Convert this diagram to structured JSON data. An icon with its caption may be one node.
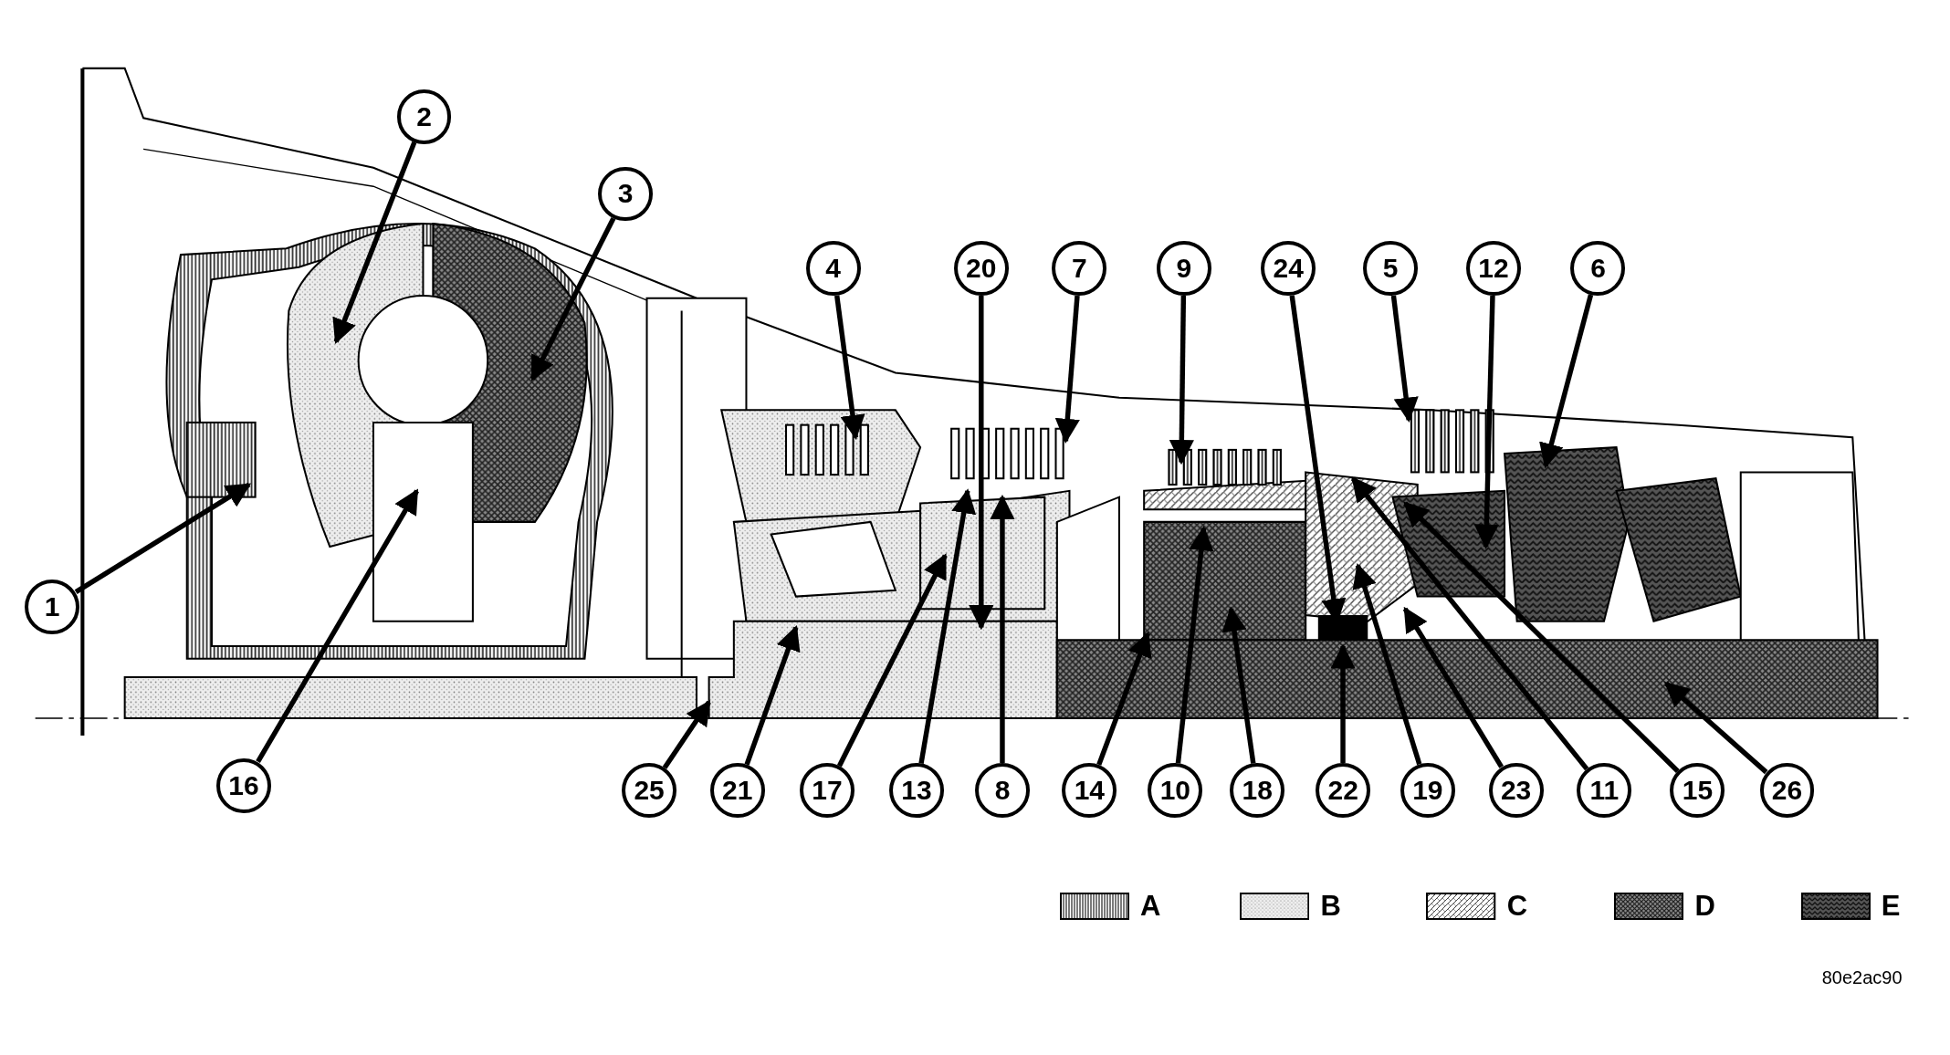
{
  "diagram": {
    "nodes": [
      {
        "text": [
          "2"
        ]
      },
      {
        "text": [
          "3"
        ]
      },
      {
        "text": [
          "4"
        ]
      },
      {
        "text": [
          "20"
        ]
      },
      {
        "text": [
          "7"
        ]
      },
      {
        "text": [
          "9"
        ]
      },
      {
        "text": [
          "24"
        ]
      },
      {
        "text": [
          "5"
        ]
      },
      {
        "text": [
          "12"
        ]
      },
      {
        "text": [
          "6"
        ]
      },
      {
        "text": [
          "1"
        ]
      },
      {
        "text": [
          "16"
        ]
      },
      {
        "text": [
          "25"
        ]
      },
      {
        "text": [
          "21"
        ]
      },
      {
        "text": [
          "17"
        ]
      },
      {
        "text": [
          "13"
        ]
      },
      {
        "text": [
          "8"
        ]
      },
      {
        "text": [
          "14"
        ]
      },
      {
        "text": [
          "10"
        ]
      },
      {
        "text": [
          "18"
        ]
      },
      {
        "text": [
          "22"
        ]
      },
      {
        "text": [
          "19"
        ]
      },
      {
        "text": [
          "23"
        ]
      },
      {
        "text": [
          "11"
        ]
      },
      {
        "text": [
          "15"
        ]
      },
      {
        "text": [
          "26"
        ]
      }
    ],
    "edges": [
      {
        "from": 0,
        "to": null,
        "arrow": "to"
      },
      {
        "from": 1,
        "to": null,
        "arrow": "to"
      },
      {
        "from": 2,
        "to": null,
        "arrow": "to"
      },
      {
        "from": 3,
        "to": null,
        "arrow": "to"
      },
      {
        "from": 4,
        "to": null,
        "arrow": "to"
      },
      {
        "from": 5,
        "to": null,
        "arrow": "to"
      },
      {
        "from": 6,
        "to": null,
        "arrow": "to"
      },
      {
        "from": 7,
        "to": null,
        "arrow": "to"
      },
      {
        "from": 8,
        "to": null,
        "arrow": "to"
      },
      {
        "from": 9,
        "to": null,
        "arrow": "to"
      },
      {
        "from": 10,
        "to": null,
        "arrow": "to"
      },
      {
        "from": 11,
        "to": null,
        "arrow": "to"
      },
      {
        "from": 12,
        "to": null,
        "arrow": "to"
      },
      {
        "from": 13,
        "to": null,
        "arrow": "to"
      },
      {
        "from": 14,
        "to": null,
        "arrow": "to"
      },
      {
        "from": 15,
        "to": null,
        "arrow": "to"
      },
      {
        "from": 16,
        "to": null,
        "arrow": "to"
      },
      {
        "from": 17,
        "to": null,
        "arrow": "to"
      },
      {
        "from": 18,
        "to": null,
        "arrow": "to"
      },
      {
        "from": 19,
        "to": null,
        "arrow": "to"
      },
      {
        "from": 20,
        "to": null,
        "arrow": "to"
      },
      {
        "from": 21,
        "to": null,
        "arrow": "to"
      },
      {
        "from": 22,
        "to": null,
        "arrow": "to"
      },
      {
        "from": 23,
        "to": null,
        "arrow": "to"
      },
      {
        "from": 24,
        "to": null,
        "arrow": "to"
      },
      {
        "from": 25,
        "to": null,
        "arrow": "to"
      }
    ],
    "labels": [
      "80e2ac90"
    ],
    "legend": [
      {
        "text": "A"
      },
      {
        "text": "B"
      },
      {
        "text": "C"
      },
      {
        "text": "D"
      },
      {
        "text": "E"
      }
    ]
  }
}
